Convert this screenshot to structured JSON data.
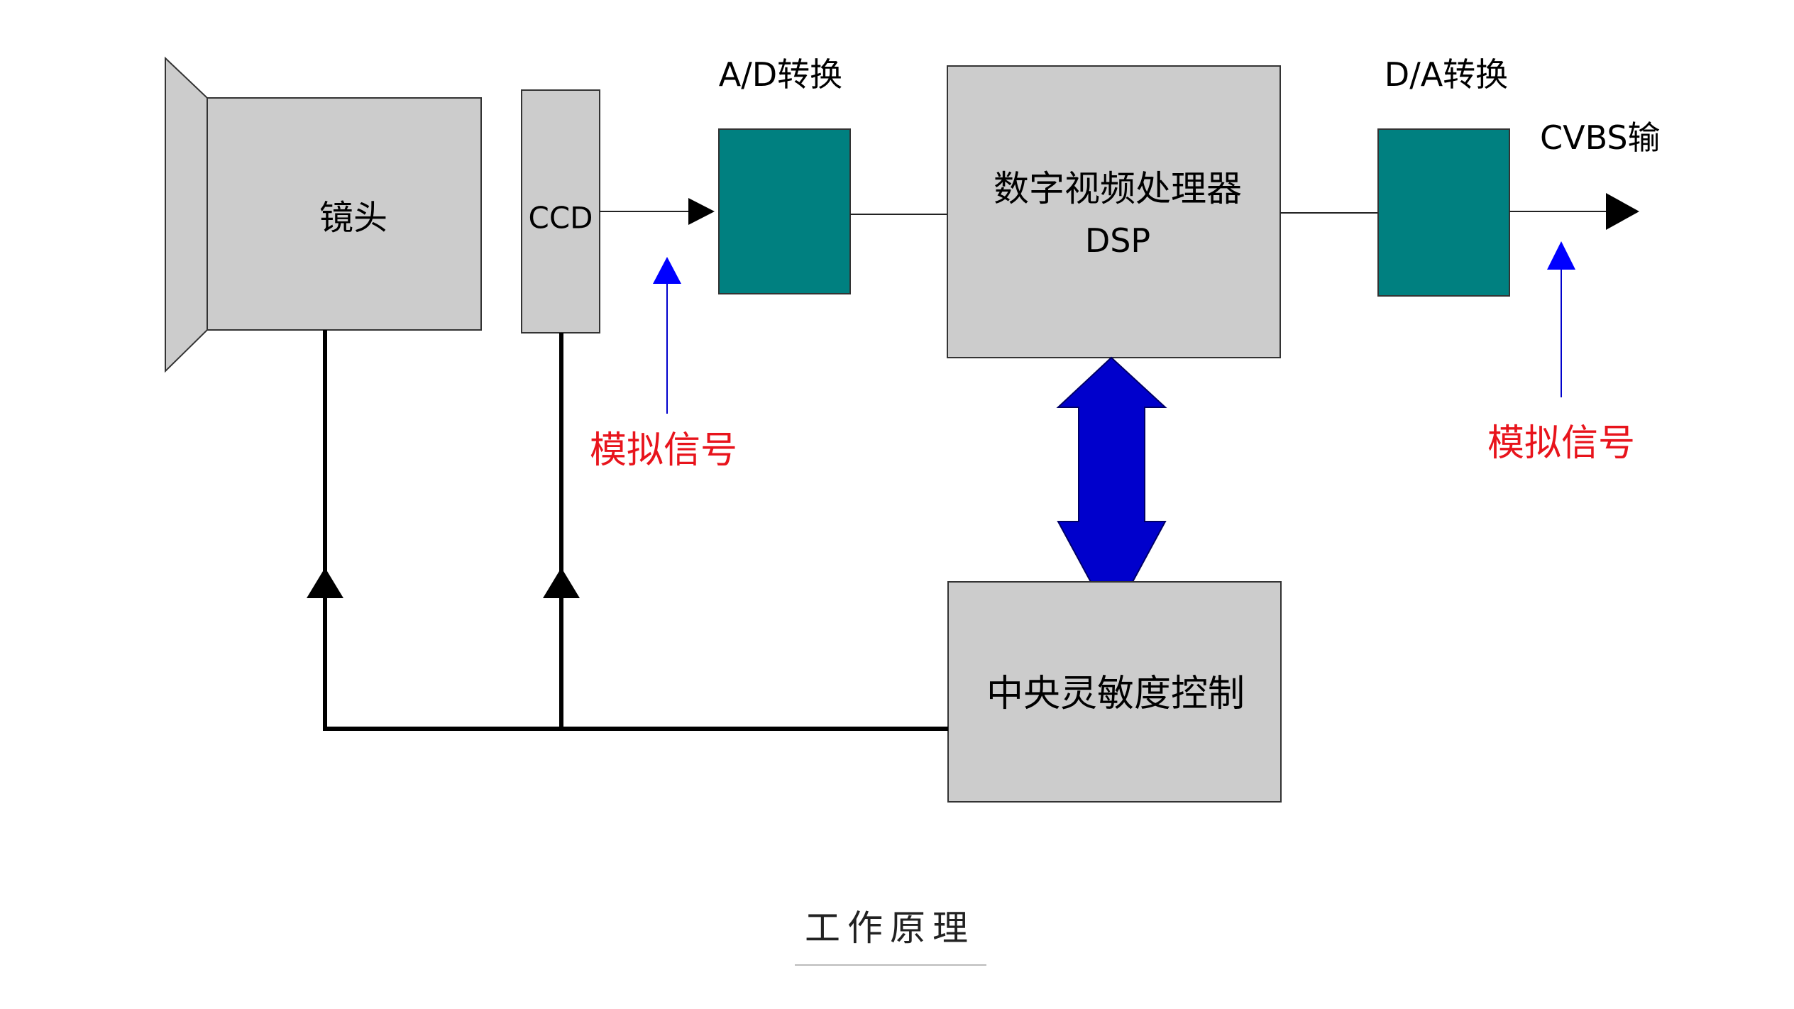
{
  "colors": {
    "box_fill": "#cccccc",
    "converter_fill": "#008080",
    "bus_arrow": "#0000cc",
    "signal_pointer": "#0000ff",
    "signal_label": "#e8141c"
  },
  "blocks": {
    "lens": "镜头",
    "ccd": "CCD",
    "dsp_line1": "数字视频处理器",
    "dsp_line2": "DSP",
    "control": "中央灵敏度控制"
  },
  "labels": {
    "ad_converter": "A/D转换",
    "da_converter": "D/A转换",
    "cvbs_output": "CVBS输",
    "analog_signal_left": "模拟信号",
    "analog_signal_right": "模拟信号"
  },
  "caption": "工作原理"
}
